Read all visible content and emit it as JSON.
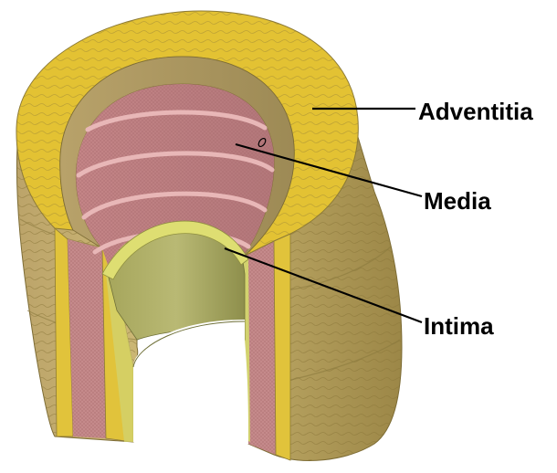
{
  "labels": {
    "adventitia": "Adventitia",
    "media": "Media",
    "intima": "Intima"
  },
  "colors": {
    "adventitia": "#e3c233",
    "adventitia_side": "#b9a65e",
    "media": "#c98a8c",
    "media_ring": "#e6b4b4",
    "intima": "#b2b468",
    "intima_rim": "#dede72",
    "leader_line": "#000000"
  }
}
